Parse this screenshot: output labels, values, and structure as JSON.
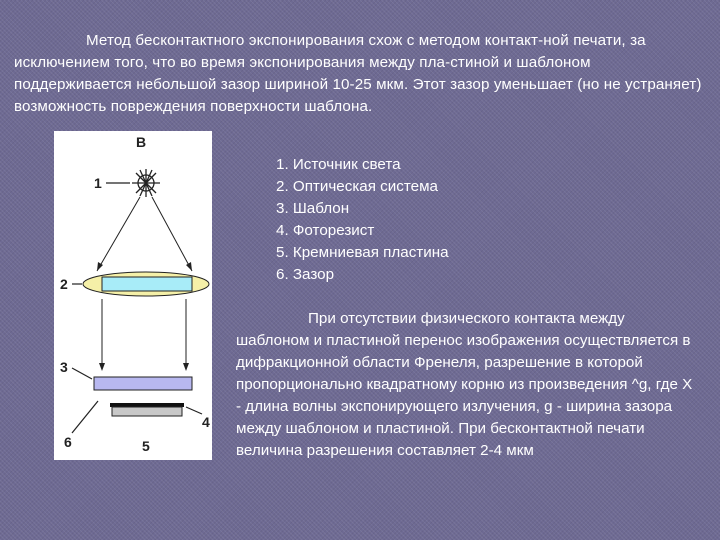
{
  "intro": {
    "text": "Метод бесконтактного экспонирования схож с методом контакт-ной печати, за исключением того, что во время экспонирования между пла-стиной и шаблоном поддерживается небольшой зазор шириной 10-25 мкм. Этот зазор уменьшает (но не устраняет) возможность повреждения поверхности шаблона."
  },
  "figure": {
    "top_label": "B",
    "labels": [
      "1",
      "2",
      "3",
      "4",
      "5",
      "6"
    ],
    "colors": {
      "lens_fill": "#f5f0a8",
      "lens_inner": "#a8ecf8",
      "mask_fill": "#b8b8f0",
      "resist": "#111111",
      "wafer": "#c8c8c8"
    }
  },
  "legend": {
    "items": [
      "1. Источник света",
      "2. Оптическая система",
      "3. Шаблон",
      "4. Фоторезист",
      "5. Кремниевая пластина",
      "6. Зазор"
    ]
  },
  "explanation": {
    "text": "При отсутствии физического контакта между шаблоном и пластиной перенос изображения осуществляется в дифракционной области Френеля, разрешение в которой пропорционально квадратному корню из произведения ^g, где X - длина волны экспонирующего излучения, g - ширина зазора между шаблоном и пластиной. При бесконтактной печати величина разрешения составляет 2-4 мкм"
  }
}
